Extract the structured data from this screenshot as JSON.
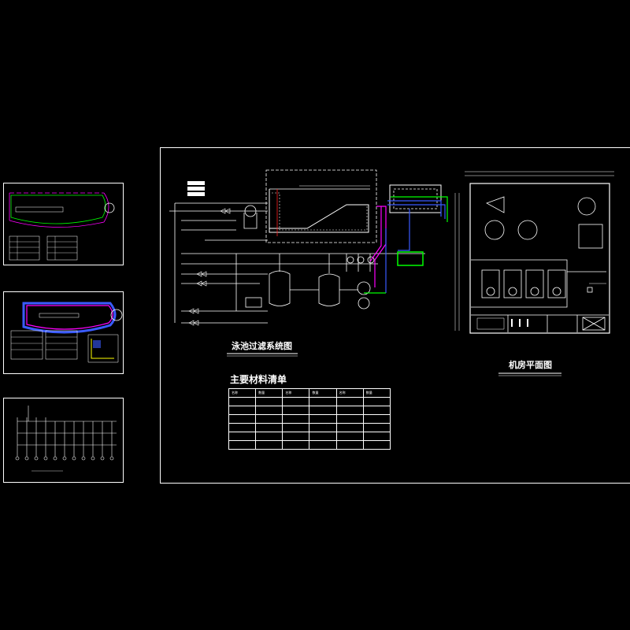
{
  "labels": {
    "filter_system_title": "泳池过滤系统图",
    "materials_title": "主要材料清单",
    "plant_room_title": "机房平面图"
  },
  "materials": {
    "header": [
      "名称",
      "数量",
      "名称",
      "数量",
      "名称",
      "数量"
    ],
    "rows": [
      [
        "",
        "",
        "",
        "",
        "",
        ""
      ],
      [
        "",
        "",
        "",
        "",
        "",
        ""
      ],
      [
        "",
        "",
        "",
        "",
        "",
        ""
      ],
      [
        "",
        "",
        "",
        "",
        "",
        ""
      ],
      [
        "",
        "",
        "",
        "",
        "",
        ""
      ],
      [
        "",
        "",
        "",
        "",
        "",
        ""
      ]
    ]
  },
  "colors": {
    "background": "#000000",
    "line": "#ffffff",
    "pipe_magenta": "#ff00ff",
    "pipe_blue": "#3a5bff",
    "pipe_green": "#00ff00",
    "pipe_red": "#ff2020",
    "pipe_yellow": "#ffff00"
  }
}
